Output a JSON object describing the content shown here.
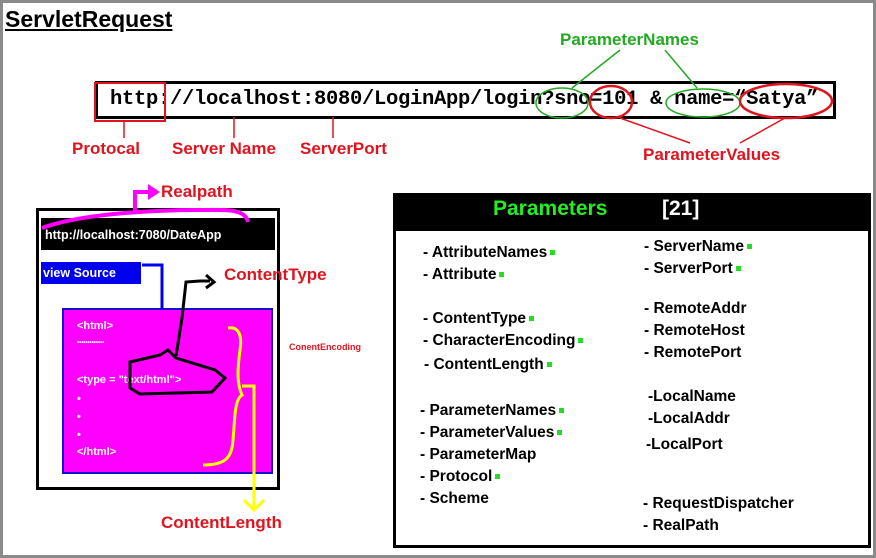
{
  "title": "ServletRequest",
  "url": {
    "text": "http://localhost:8080/LoginApp/login?sno=101 & name=“Satya”"
  },
  "labels": {
    "parameter_names": "ParameterNames",
    "protocol": "Protocal",
    "server_name": "Server Name",
    "server_port": "ServerPort",
    "parameter_values": "ParameterValues"
  },
  "browser": {
    "realpath_label": "Realpath",
    "address": "http://localhost:7080/DateApp",
    "view_source": "view Source",
    "content_type_label": "ContentType",
    "content_encoding_label": "ConentEncoding",
    "content_length_label": "ContentLength",
    "code_lines": [
      "<html>",
      "•••••••••••••",
      "<type = \"text/html\">",
      "•",
      "•",
      "•",
      "</html>"
    ]
  },
  "parameters": {
    "title": "Parameters",
    "count": "[21]",
    "left": [
      {
        "label": "- AttributeNames",
        "marked": true
      },
      {
        "label": "- Attribute",
        "marked": true
      },
      {
        "label": "- ContentType",
        "marked": true
      },
      {
        "label": "- CharacterEncoding",
        "marked": true
      },
      {
        "label": "- ContentLength",
        "marked": true
      },
      {
        "label": "- ParameterNames",
        "marked": true
      },
      {
        "label": "- ParameterValues",
        "marked": true
      },
      {
        "label": "- ParameterMap",
        "marked": false
      },
      {
        "label": "- Protocol",
        "marked": true
      },
      {
        "label": "- Scheme",
        "marked": false
      }
    ],
    "right": [
      {
        "label": "- ServerName",
        "marked": true
      },
      {
        "label": "- ServerPort",
        "marked": true
      },
      {
        "label": "- RemoteAddr",
        "marked": false
      },
      {
        "label": "- RemoteHost",
        "marked": false
      },
      {
        "label": "- RemotePort",
        "marked": false
      },
      {
        "label": "-LocalName",
        "marked": false
      },
      {
        "label": "-LocalAddr",
        "marked": false
      },
      {
        "label": "-LocalPort",
        "marked": false
      },
      {
        "label": "- RequestDispatcher",
        "marked": false
      },
      {
        "label": "- RealPath",
        "marked": false
      }
    ]
  },
  "colors": {
    "red": "#e0141e",
    "green": "#22aa22",
    "magenta": "#ff00ff",
    "blue": "#0000ee",
    "yellow": "#ffff00"
  }
}
